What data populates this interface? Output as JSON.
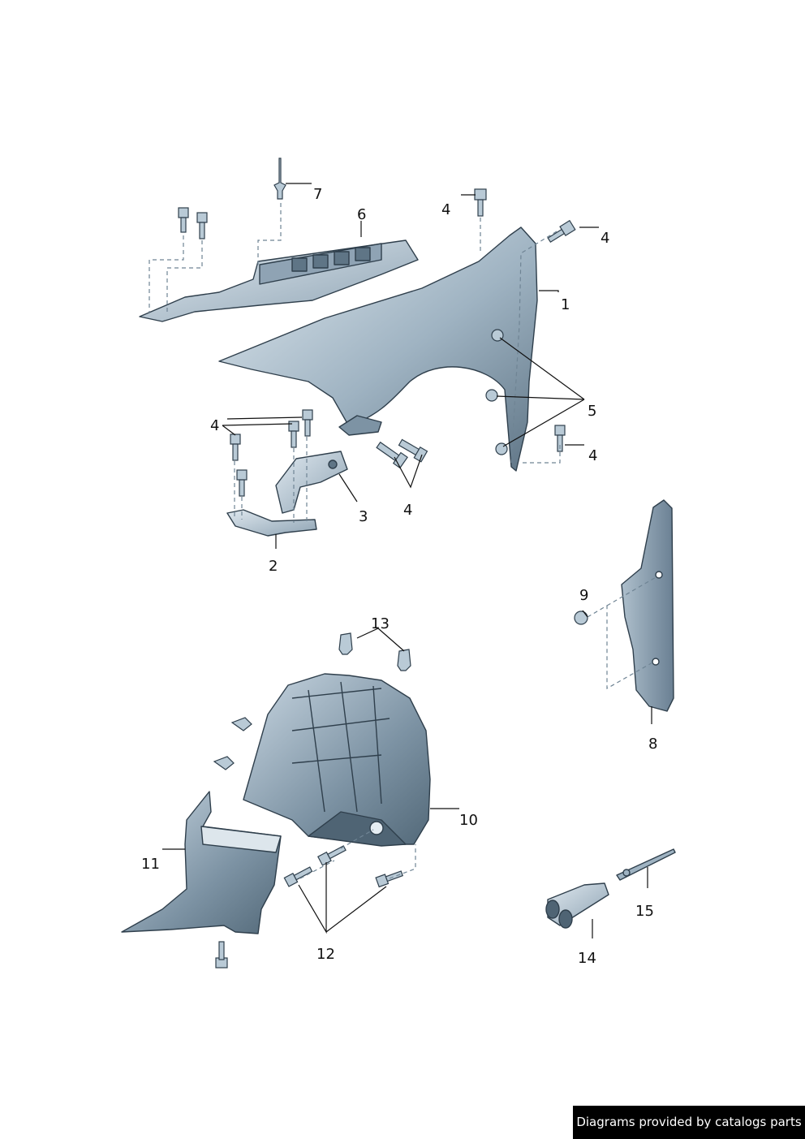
{
  "callouts": {
    "c1": "1",
    "c2": "2",
    "c3": "3",
    "c4a": "4",
    "c4b": "4",
    "c4c": "4",
    "c4d": "4",
    "c4e": "4",
    "c5": "5",
    "c6": "6",
    "c7": "7",
    "c8": "8",
    "c9": "9",
    "c10": "10",
    "c11": "11",
    "c12": "12",
    "c13": "13",
    "c14": "14",
    "c15": "15"
  },
  "credit": "Diagrams provided by catalogs parts",
  "colors": {
    "part_fill_light": "#d4e0e8",
    "part_fill_dark": "#5f7586",
    "outline": "#2f3f4c",
    "credit_bg": "#000000",
    "credit_text": "#ffffff"
  }
}
